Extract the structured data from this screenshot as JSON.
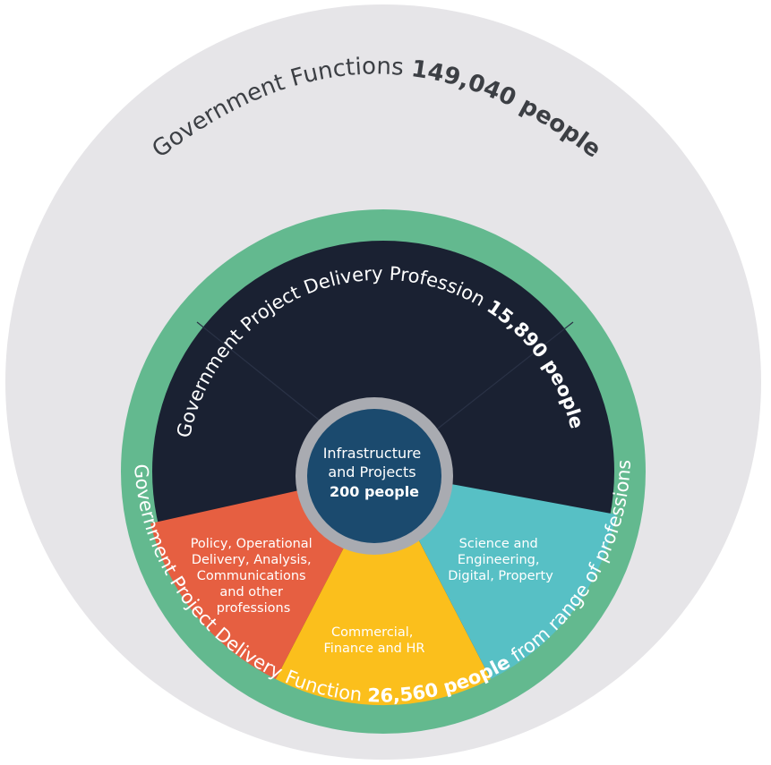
{
  "colors": {
    "outer": "#e6e5e8",
    "function_ring": "#63b98f",
    "profession": "#1a2132",
    "policy": "#e65f41",
    "commercial": "#fbbf1c",
    "science": "#57c0c5",
    "center": "#1b4a6e",
    "center_ring": "#a9abb1",
    "outer_text": "#3c3f44",
    "light_text": "#ffffff"
  },
  "outer": {
    "label_a": "Government Functions ",
    "label_b": "149,040 people"
  },
  "function_ring": {
    "label_a": "Government Project Delivery Function ",
    "label_b": "26,560 people",
    "label_c": " from range of professions"
  },
  "profession": {
    "label_a": "Government Project Delivery Profession ",
    "label_b": "15,890 people"
  },
  "segments": {
    "policy": [
      "Policy, Operational",
      "Delivery, Analysis,",
      "Communications",
      "and other",
      "professions"
    ],
    "commercial": [
      "Commercial,",
      "Finance and HR"
    ],
    "science": [
      "Science and",
      "Engineering,",
      "Digital, Property"
    ]
  },
  "center": {
    "line1": "Infrastructure",
    "line2": "and Projects",
    "line3": "200 people"
  }
}
